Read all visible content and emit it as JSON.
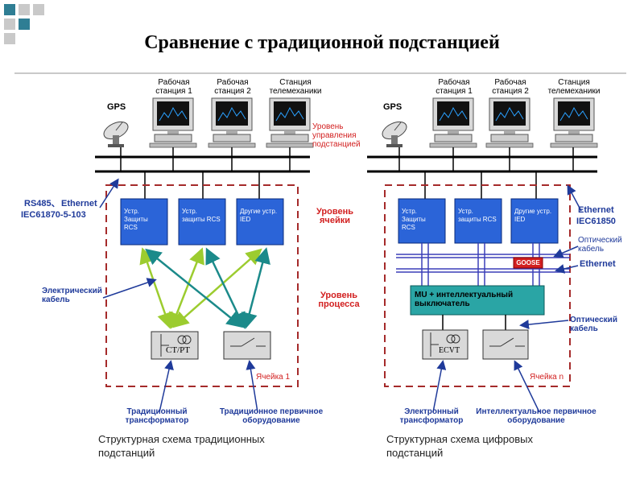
{
  "title": "Сравнение с традиционной подстанцией",
  "left": {
    "gps": "GPS",
    "ws1": "Рабочая станция 1",
    "ws2": "Рабочая станция 2",
    "telemech": "Станция телемеханики",
    "level_substation": "Уровень управления подстанцией",
    "level_bay": "Уровень ячейки",
    "level_process": "Уровень процесса",
    "protocol_rs": "RS485、",
    "protocol_ethernet": "Ethernet",
    "protocol_iec": "IEC61870-5-103",
    "electric_cable": "Электрический кабель",
    "box1": "Устр. Защиты RCS",
    "box2": "Устр. защиты RCS",
    "box3": "Другие устр. IED",
    "ctpt": "CT/PT",
    "cell": "Ячейка 1",
    "trad_transformer": "Традиционный трансформатор",
    "trad_primary": "Традиционное первичное оборудование",
    "caption": "Структурная схема традиционных подстанций"
  },
  "right": {
    "gps": "GPS",
    "ws1": "Рабочая станция 1",
    "ws2": "Рабочая станция 2",
    "telemech": "Станция телемеханики",
    "ethernet_top": "Ethernet",
    "iec": "IEC61850",
    "optical1": "Оптический кабель",
    "goose": "GOOSE",
    "ethernet_goose": "Ethernet",
    "box1": "Устр. Защиты RCS",
    "box2": "Устр. защиты RCS",
    "box3": "Другие устр. IED",
    "mu": "MU + интеллектуальный выключатель",
    "optical2": "Оптический кабель",
    "ecvt": "ECVT",
    "cell": "Ячейка n",
    "elec_transformer": "Электронный трансформатор",
    "intel_primary": "Интеллектуальное первичное оборудование",
    "caption": "Структурная схема цифровых подстанций"
  }
}
